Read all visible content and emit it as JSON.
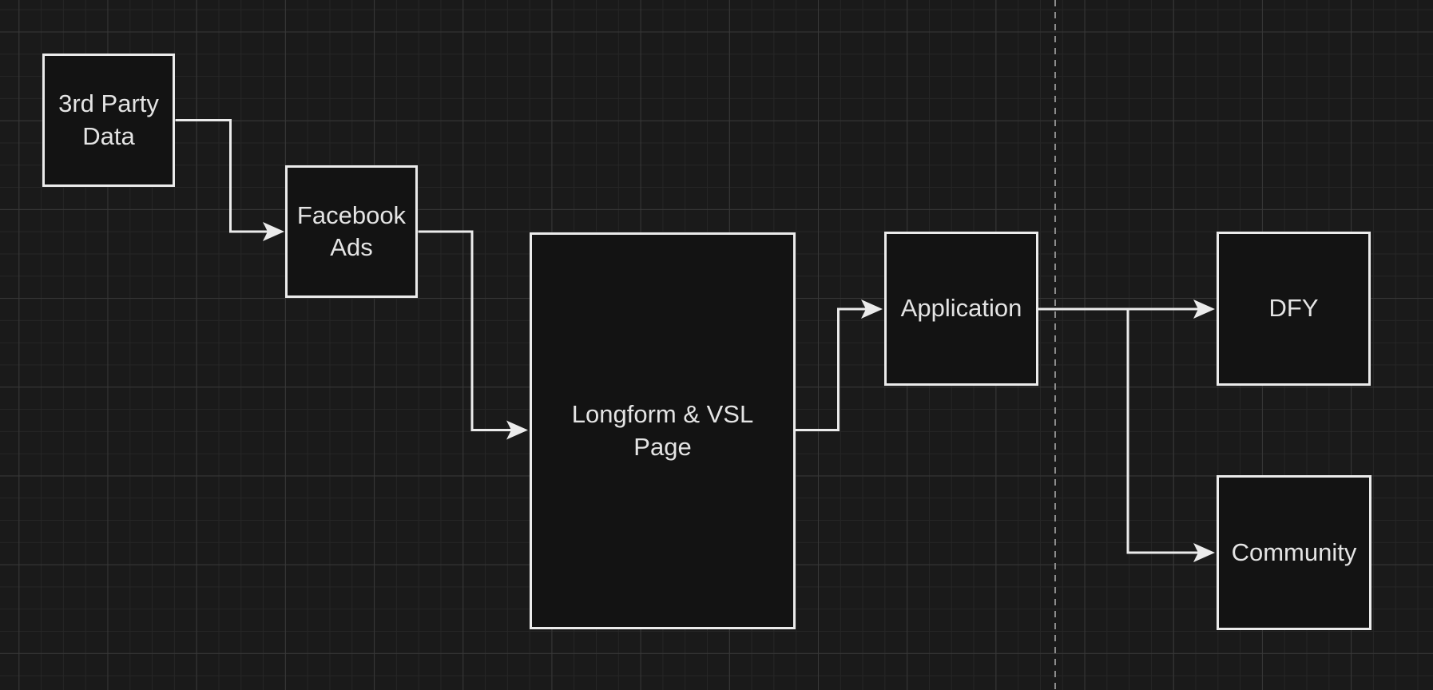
{
  "app": {
    "colors": {
      "canvas_bg": "#1a1a1a",
      "grid_minor": "#262626",
      "grid_major": "#383838",
      "node_fill": "#131313",
      "shape_stroke": "#ebebeb",
      "node_text": "#e4e4e4",
      "connector": "#ebebeb",
      "divider": "#8c8c8c"
    }
  },
  "nodes": [
    {
      "id": "3rd-party-data",
      "label": "3rd Party\nData"
    },
    {
      "id": "facebook-ads",
      "label": "Facebook\nAds"
    },
    {
      "id": "longform-vsl-page",
      "label": "Longform & VSL\nPage"
    },
    {
      "id": "application",
      "label": "Application"
    },
    {
      "id": "dfy",
      "label": "DFY"
    },
    {
      "id": "community",
      "label": "Community"
    }
  ],
  "edges": [
    {
      "from": "3rd-party-data",
      "to": "facebook-ads",
      "style": "elbow-arrow"
    },
    {
      "from": "facebook-ads",
      "to": "longform-vsl-page",
      "style": "elbow-arrow"
    },
    {
      "from": "longform-vsl-page",
      "to": "application",
      "style": "elbow-arrow"
    },
    {
      "from": "application",
      "to": "dfy",
      "style": "straight-arrow"
    },
    {
      "from": "application",
      "to": "community",
      "style": "elbow-arrow"
    }
  ],
  "divider": {
    "orientation": "vertical",
    "style": "dashed"
  }
}
